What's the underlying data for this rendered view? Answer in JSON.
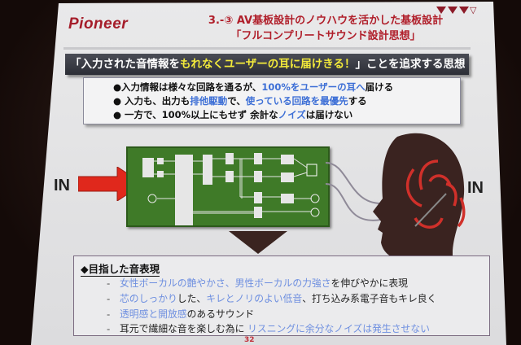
{
  "header": {
    "logo": "Pioneer",
    "title_line1": "3.-③ AV基板設計のノウハウを活かした基板設計",
    "title_line2": "「フルコンプリートサウンド設計思想」",
    "progress_markers": {
      "filled": 3,
      "total": 4
    }
  },
  "banner": {
    "part1": "「入力された音情報を",
    "highlight": "もれなくユーザーの耳に届けきる！",
    "part2": "」ことを追求する思想"
  },
  "bullets": [
    {
      "a": "●入力情報は様々な回路を通るが、",
      "b": "100%をユーザーの耳へ",
      "c": "届ける"
    },
    {
      "a": "● 入力も、出力も",
      "b": "排他駆動",
      "c": "で、",
      "d": "使っている回路を最優先",
      "e": "する"
    },
    {
      "a": "● 一方で、100%以上にもせず  余計な",
      "b": "ノイズ",
      "c": "は届けない"
    }
  ],
  "diagram": {
    "input_label_left": "IN",
    "input_label_right": "IN"
  },
  "goals": {
    "heading": "◆目指した音表現",
    "dash": "-",
    "items": [
      {
        "a": "女性ボーカルの艶やかさ、男性ボーカルの力強さ",
        "b": "を伸びやかに表現"
      },
      {
        "a": "芯のしっかり",
        "b": "した、",
        "c": "キレとノリのよい低音",
        "d": "、打ち込み系電子音もキレ良く"
      },
      {
        "a": "透明感と開放感",
        "b": "のあるサウンド"
      },
      {
        "a": "耳元で繊細な音を楽しむ為に ",
        "b": "リスニングに余分なノイズは発生させない"
      }
    ]
  },
  "page_number": "32",
  "colors": {
    "brand_red": "#a51d2a",
    "pcb_green": "#3f7a28",
    "accent_blue": "#3d6fd6",
    "highlight_yellow": "#f3ea3a"
  }
}
